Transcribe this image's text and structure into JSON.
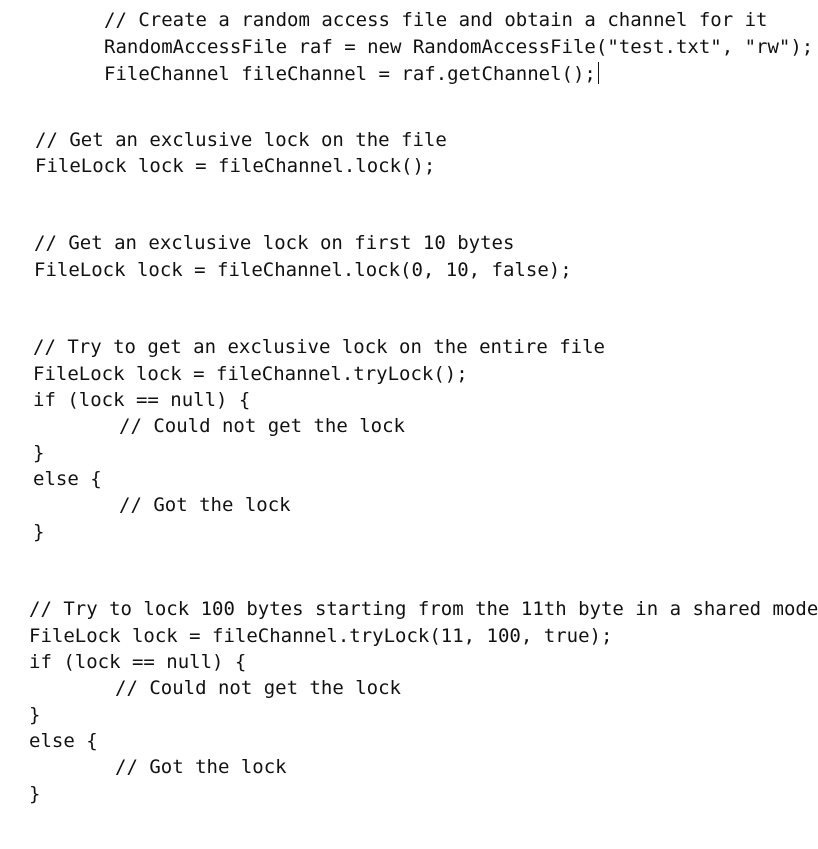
{
  "blocks": [
    {
      "lines": [
        "// Create a random access file and obtain a channel for it",
        "RandomAccessFile raf = new RandomAccessFile(\"test.txt\", \"rw\");",
        "FileChannel fileChannel = raf.getChannel();"
      ]
    },
    {
      "lines": [
        "// Get an exclusive lock on the file",
        "FileLock lock = fileChannel.lock();"
      ]
    },
    {
      "lines": [
        "// Get an exclusive lock on first 10 bytes",
        "FileLock lock = fileChannel.lock(0, 10, false);"
      ]
    },
    {
      "lines": [
        "// Try to get an exclusive lock on the entire file",
        "FileLock lock = fileChannel.tryLock();",
        "if (lock == null) {",
        "// Could not get the lock",
        "}",
        "else {",
        "// Got the lock",
        "}"
      ]
    },
    {
      "lines": [
        "// Try to lock 100 bytes starting from the 11th byte in a shared mode",
        "FileLock lock = fileChannel.tryLock(11, 100, true);",
        "if (lock == null) {",
        "// Could not get the lock",
        "}",
        "else {",
        "// Got the lock",
        "}"
      ]
    }
  ]
}
